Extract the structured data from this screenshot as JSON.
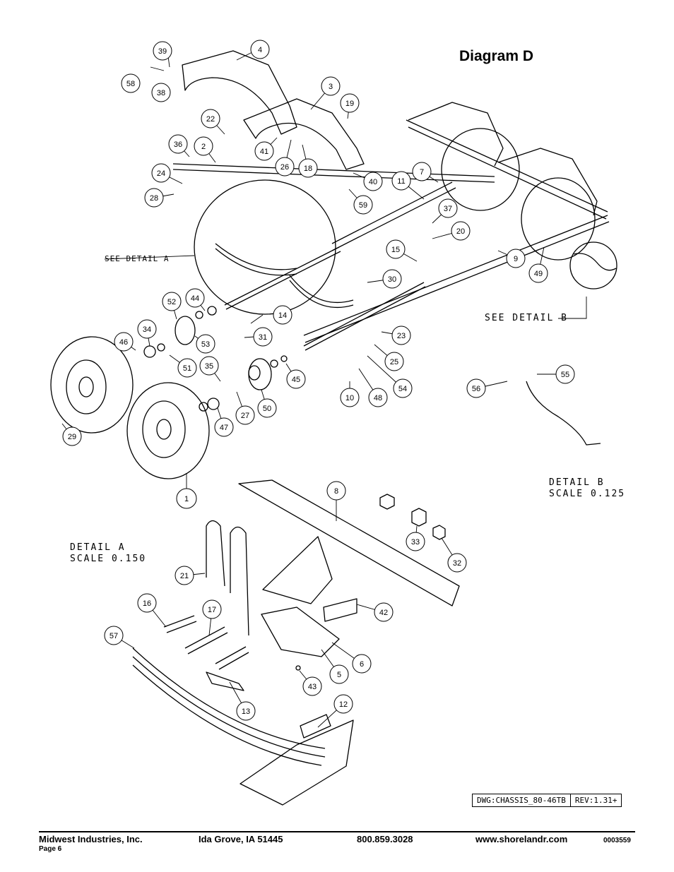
{
  "title": "Diagram D",
  "notes": {
    "see_detail_a": "SEE DETAIL A",
    "see_detail_b": "SEE DETAIL B",
    "detail_a": "DETAIL A",
    "detail_a_scale": "SCALE 0.150",
    "detail_b": "DETAIL B",
    "detail_b_scale": "SCALE 0.125"
  },
  "drawing_block": {
    "dwg": "DWG:CHASSIS_80-46TB",
    "rev": "REV:1.31+"
  },
  "footer": {
    "company": "Midwest Industries, Inc.",
    "city": "Ida Grove, IA  51445",
    "phone": "800.859.3028",
    "website": "www.shorelandr.com",
    "code": "0003559",
    "page": "Page 6"
  },
  "part_labels": [
    "1",
    "2",
    "3",
    "4",
    "5",
    "6",
    "7",
    "8",
    "9",
    "10",
    "11",
    "12",
    "13",
    "14",
    "15",
    "16",
    "17",
    "18",
    "19",
    "20",
    "21",
    "22",
    "23",
    "24",
    "25",
    "26",
    "27",
    "28",
    "29",
    "30",
    "31",
    "32",
    "33",
    "34",
    "35",
    "36",
    "37",
    "38",
    "39",
    "40",
    "41",
    "42",
    "43",
    "44",
    "45",
    "46",
    "47",
    "48",
    "49",
    "50",
    "51",
    "52",
    "53",
    "54",
    "55",
    "56",
    "57",
    "58",
    "59"
  ]
}
